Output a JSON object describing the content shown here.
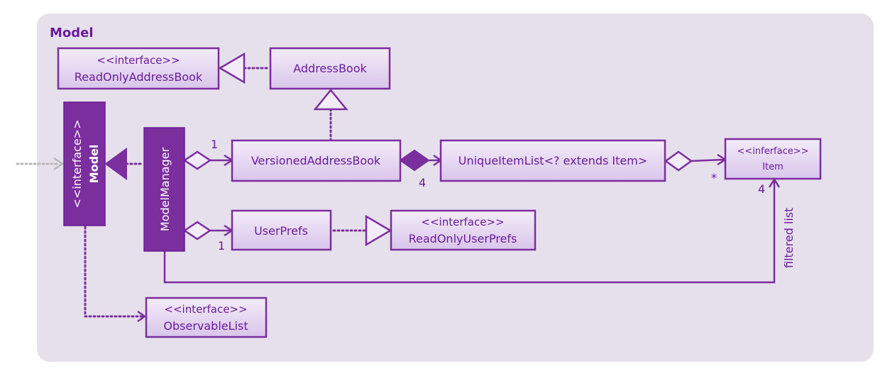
{
  "package": {
    "label": "Model"
  },
  "nodes": {
    "readonly_address_book": {
      "stereotype": "<<interface>>",
      "name": "ReadOnlyAddressBook"
    },
    "address_book": {
      "name": "AddressBook"
    },
    "model": {
      "stereotype": "<<interface>>",
      "name": "Model"
    },
    "model_manager": {
      "name": "ModelManager"
    },
    "versioned_address_book": {
      "name": "VersionedAddressBook"
    },
    "unique_item_list": {
      "name": "UniqueItemList<? extends Item>"
    },
    "item": {
      "stereotype": "<<inferface>>",
      "name": "Item"
    },
    "user_prefs": {
      "name": "UserPrefs"
    },
    "readonly_user_prefs": {
      "stereotype": "<<interface>>",
      "name": "ReadOnlyUserPrefs"
    },
    "observable_list": {
      "stereotype": "<<interface>>",
      "name": "ObservableList"
    }
  },
  "multiplicities": {
    "manager_to_versioned": "1",
    "manager_to_userprefs": "1",
    "versioned_to_list": "4",
    "list_to_item": "*",
    "filtered_to_item": "4"
  },
  "edge_labels": {
    "filtered": "filtered list"
  },
  "colors": {
    "accent": "#7B2E9E",
    "text": "#6A1B9A",
    "package_bg": "#E6E0EC"
  }
}
